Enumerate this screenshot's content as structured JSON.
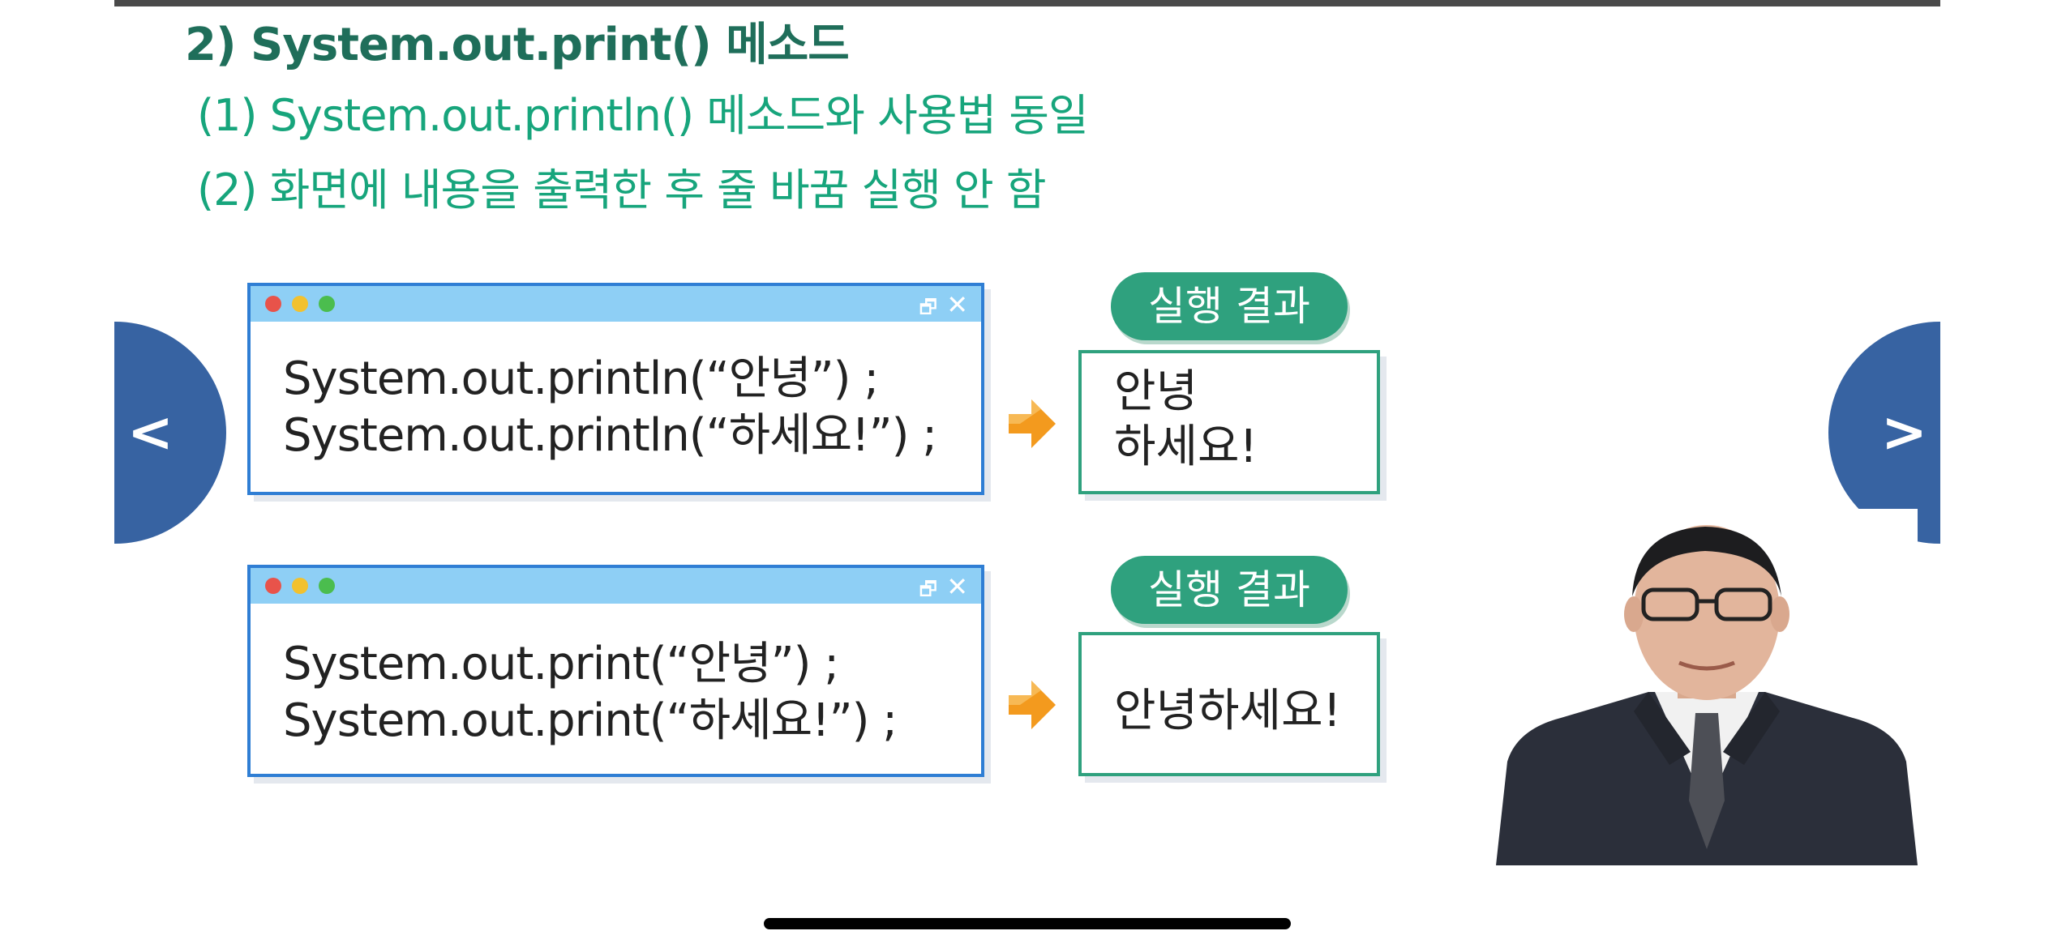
{
  "slide": {
    "heading": "2) System.out.print() 메소드",
    "points": [
      "(1) System.out.println() 메소드와 사용법 동일",
      "(2) 화면에 내용을 출력한 후 줄 바꿈 실행 안 함"
    ]
  },
  "examples": [
    {
      "code": "System.out.println(“안녕”) ;\nSystem.out.println(“하세요!”) ;",
      "result_label": "실행 결과",
      "result": "안녕\n하세요!"
    },
    {
      "code": "System.out.print(“안녕”) ;\nSystem.out.print(“하세요!”) ;",
      "result_label": "실행 결과",
      "result": "안녕하세요!"
    }
  ],
  "window_controls": {
    "restore": "🗗",
    "close": "✕"
  },
  "nav": {
    "prev_label": "<",
    "next_label": ">"
  },
  "icons": [
    "restore-icon",
    "close-icon",
    "arrow-right-icon",
    "presenter-video"
  ],
  "colors": {
    "heading": "#1f6e5a",
    "subtext": "#17a57c",
    "accent_green": "#2fa17e",
    "window_titlebar": "#8ecff5",
    "window_border": "#2f7ed4",
    "nav_button": "#3763a2",
    "arrow": "#f39a1e"
  }
}
